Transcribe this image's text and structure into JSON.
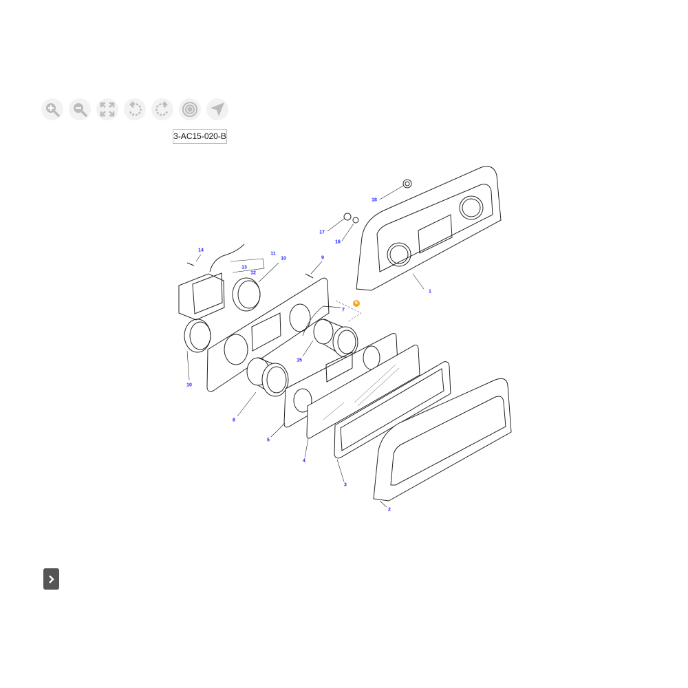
{
  "toolbar": {
    "buttons": [
      {
        "name": "zoom-in",
        "icon": "zoom-in-icon"
      },
      {
        "name": "zoom-out",
        "icon": "zoom-out-icon"
      },
      {
        "name": "fit",
        "icon": "expand-icon"
      },
      {
        "name": "rotate-left",
        "icon": "rotate-left-icon"
      },
      {
        "name": "rotate-right",
        "icon": "rotate-right-icon"
      },
      {
        "name": "target",
        "icon": "target-icon"
      },
      {
        "name": "navigate",
        "icon": "navigation-arrow-icon"
      }
    ]
  },
  "diagram": {
    "code": "3-AC15-020-B",
    "highlight_color": "#f5a623",
    "callouts": [
      "18",
      "17",
      "16",
      "14",
      "11",
      "10",
      "9",
      "13",
      "12",
      "1",
      "6",
      "7",
      "15",
      "10",
      "8",
      "5",
      "4",
      "3",
      "2"
    ],
    "highlighted": "6"
  },
  "nav": {
    "next_icon": "chevron-right-icon"
  }
}
